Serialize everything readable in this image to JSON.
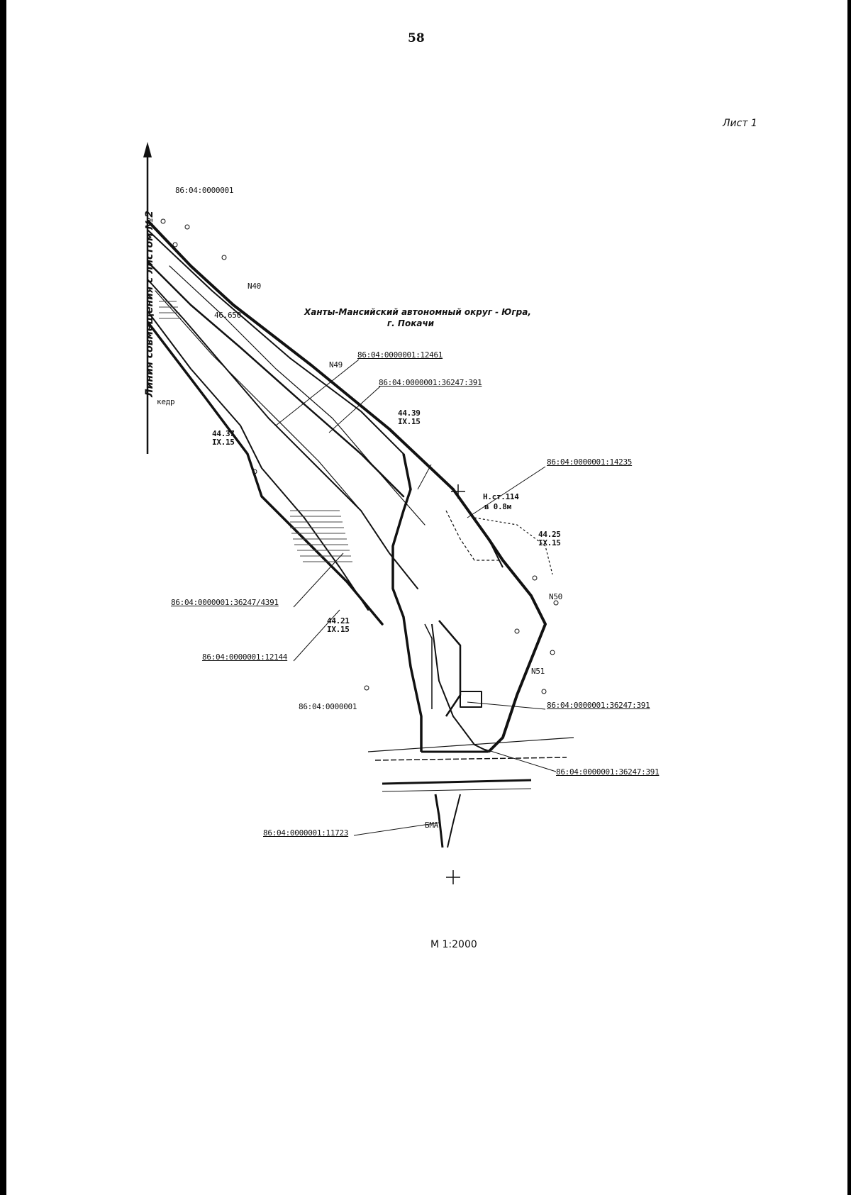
{
  "page_number": "58",
  "sheet_label": "Лист 1",
  "scale": "М 1:2000",
  "alignment_line": "Линия совмещения с листом №2",
  "region": {
    "line1": "Ханты-Мансийский автономный округ - Югра,",
    "line2": "г. Покачи"
  },
  "block_labels": {
    "top": "86:04:0000001",
    "bottom": "86:04:0000001"
  },
  "parcels": {
    "p12461": "86:04:0000001:12461",
    "p36247_391_top": "86:04:0000001:36247:391",
    "p14235": "86:04:0000001:14235",
    "p36247_4391": "86:04:0000001:36247/4391",
    "p12144": "86:04:0000001:12144",
    "p36247_391_mid": "86:04:0000001:36247:391",
    "p36247_391_low": "86:04:0000001:36247:391",
    "p11723": "86:04:0000001:11723"
  },
  "elevations": [
    {
      "value": "44.37",
      "code": "IX.15"
    },
    {
      "value": "44.39",
      "code": "IX.15"
    },
    {
      "value": "44.25",
      "code": "IX.15"
    },
    {
      "value": "44.21",
      "code": "IX.15"
    }
  ],
  "annotations": {
    "n40": "N40",
    "n49": "N49",
    "n50": "N50",
    "n51": "N51",
    "h_cm": "Н.ст.114",
    "h_cm2": "в 0.8м",
    "v4650": "46.650",
    "kedr": "кедр",
    "bma": "БМА"
  },
  "colors": {
    "border": "#000000",
    "paper": "#ffffff",
    "ink": "#111111"
  }
}
